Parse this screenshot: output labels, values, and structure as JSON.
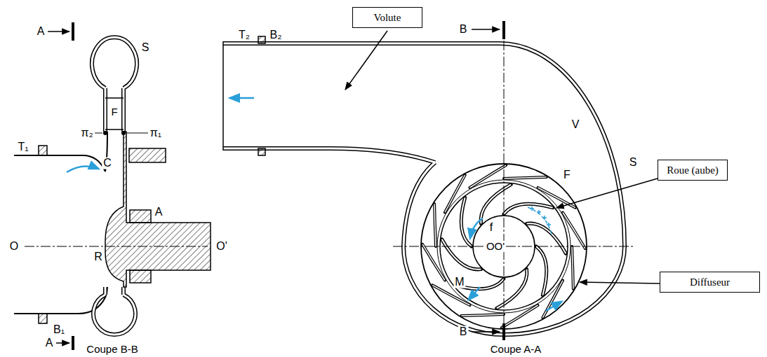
{
  "diagram": {
    "nodes": [
      {
        "text": [
          "Volute"
        ]
      },
      {
        "text": [
          "Roue (aube)"
        ]
      },
      {
        "text": [
          "Diffuseur"
        ]
      }
    ],
    "labels": [
      "A",
      "S",
      "F",
      "T₁",
      "π₂",
      "π₁",
      "C",
      "O",
      "R",
      "O'",
      "A",
      "B₁",
      "A",
      "Coupe B-B",
      "T₂",
      "B₂",
      "B",
      "V",
      "S",
      "F",
      "f",
      "OO'",
      "M",
      "B",
      "Coupe A-A"
    ]
  }
}
